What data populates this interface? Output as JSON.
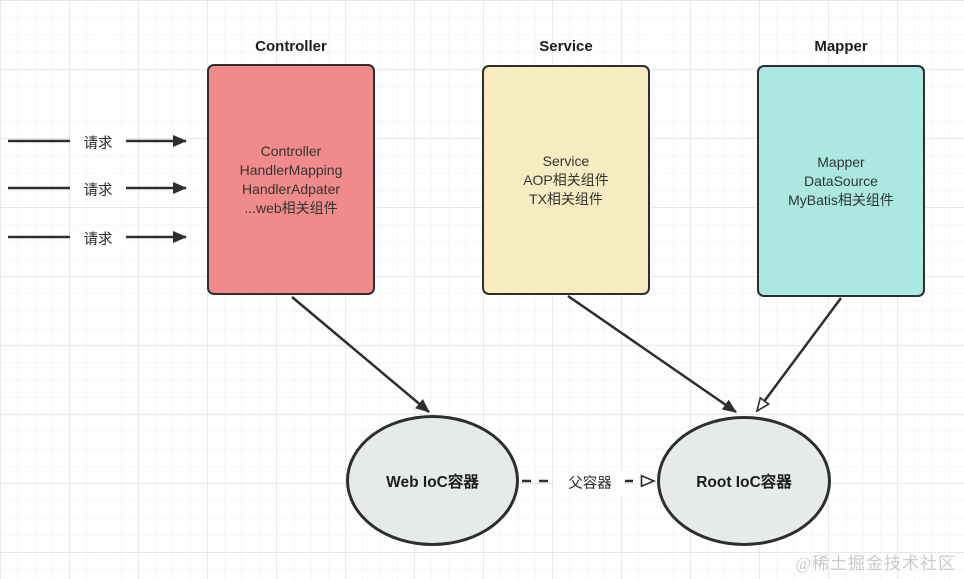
{
  "boxes": [
    {
      "id": "controller",
      "title": "Controller",
      "body": "Controller\nHandlerMapping\nHandlerAdpater\n...web相关组件",
      "fill": "#f18b8b"
    },
    {
      "id": "service",
      "title": "Service",
      "body": "Service\nAOP相关组件\nTX相关组件",
      "fill": "#f6ebc1"
    },
    {
      "id": "mapper",
      "title": "Mapper",
      "body": "Mapper\nDataSource\nMyBatis相关组件",
      "fill": "#abe8e2"
    }
  ],
  "request_arrows": [
    {
      "label": "请求"
    },
    {
      "label": "请求"
    },
    {
      "label": "请求"
    }
  ],
  "containers": [
    {
      "id": "web-ioc",
      "label": "Web IoC容器",
      "fill": "#e6eae9"
    },
    {
      "id": "root-ioc",
      "label": "Root IoC容器",
      "fill": "#e6eae9"
    }
  ],
  "parent_link": {
    "label": "父容器"
  },
  "watermark": "@稀土掘金技术社区",
  "colors": {
    "stroke": "#2e2e2e",
    "controller_fill": "#f18b8b",
    "service_fill": "#f6ebc1",
    "mapper_fill": "#abe8e2",
    "container_fill": "#e6eae9",
    "grid_major": "#e8e8e8",
    "grid_minor": "#f5f5f5",
    "watermark_color": "#cbcbcb"
  }
}
